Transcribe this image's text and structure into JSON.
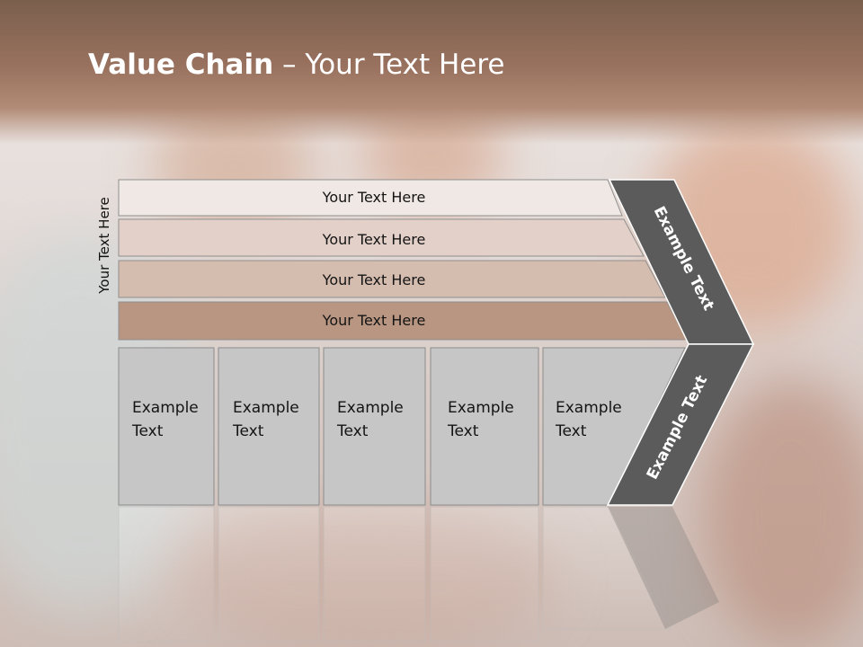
{
  "title": {
    "bold": "Value Chain",
    "rest": " – Your Text Here"
  },
  "side_label": "Your Text Here",
  "rows": [
    {
      "label": "Your Text Here",
      "fill": "#f0e8e4"
    },
    {
      "label": "Your Text Here",
      "fill": "#e3d1c9"
    },
    {
      "label": "Your Text Here",
      "fill": "#d4bcaf"
    },
    {
      "label": "Your Text Here",
      "fill": "#b99681"
    }
  ],
  "boxes": [
    {
      "line1": "Example",
      "line2": "Text"
    },
    {
      "line1": "Example",
      "line2": "Text"
    },
    {
      "line1": "Example",
      "line2": "Text"
    },
    {
      "line1": "Example",
      "line2": "Text"
    },
    {
      "line1": "Example",
      "line2": "Text"
    }
  ],
  "chevron": {
    "upper": "Example Text",
    "lower": "Example Text",
    "fill": "#5b5b5b"
  },
  "colors": {
    "box_fill": "#c6c6c6",
    "box_stroke": "#8c8c8c",
    "text": "#141414"
  }
}
